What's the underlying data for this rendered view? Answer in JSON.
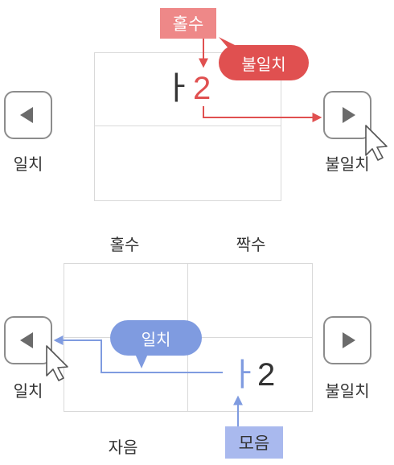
{
  "top_panel": {
    "tag": "홀수",
    "bubble": "불일치",
    "vowel": "ㅏ",
    "number": "2",
    "left_label": "일치",
    "right_label": "불일치"
  },
  "bottom_panel": {
    "col_odd": "홀수",
    "col_even": "짝수",
    "row_consonant": "자음",
    "tag": "모음",
    "bubble": "일치",
    "vowel": "ㅏ",
    "number": "2",
    "left_label": "일치",
    "right_label": "불일치"
  },
  "colors": {
    "red": "#e05050",
    "red_tag": "#ee8888",
    "blue": "#7f9be0",
    "blue_tag": "#a9b9ee",
    "grid": "#d9d9d9",
    "button_border": "#8c8c8c"
  },
  "icons": [
    "left-arrow-icon",
    "right-arrow-icon",
    "mouse-cursor-icon"
  ]
}
